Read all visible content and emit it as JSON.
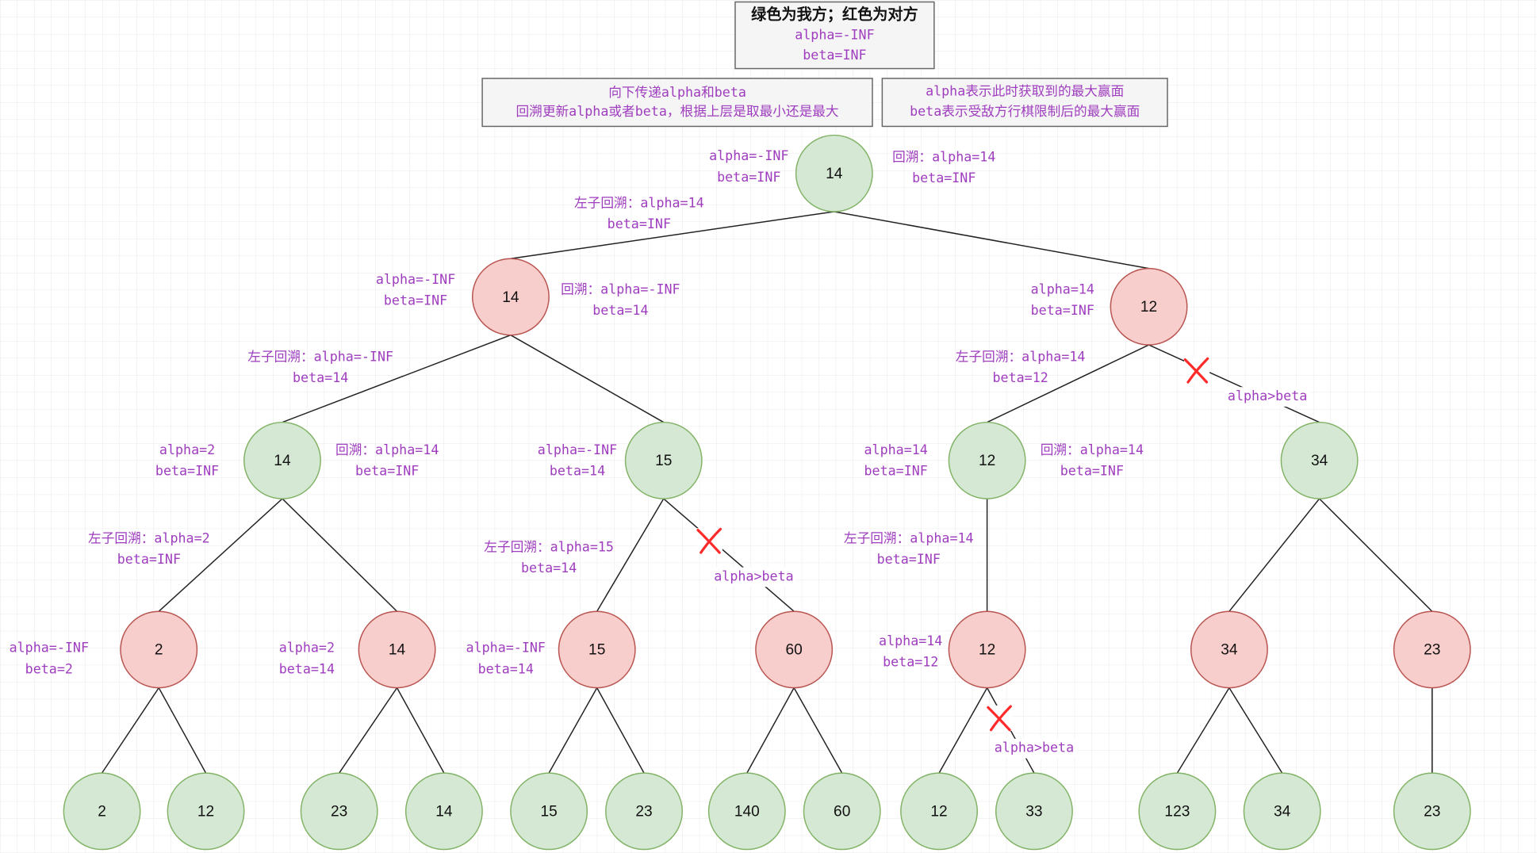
{
  "legend": {
    "title": "绿色为我方；红色为对方",
    "alpha": "alpha=-INF",
    "beta": "beta=INF"
  },
  "notes": [
    {
      "lines": [
        "向下传递alpha和beta",
        "回溯更新alpha或者beta，根据上层是取最小还是最大"
      ]
    },
    {
      "lines": [
        "alpha表示此时获取到的最大赢面",
        "beta表示受敌方行棋限制后的最大赢面"
      ]
    }
  ],
  "colors": {
    "ours_fill": "#d5e8d4",
    "ours_stroke": "#82b366",
    "opp_fill": "#f8cecc",
    "opp_stroke": "#b85450",
    "label": "#9f3dbf",
    "prune": "#ff2a2a"
  },
  "nodes": [
    {
      "id": "n0",
      "value": "14",
      "side": "ours"
    },
    {
      "id": "n1",
      "value": "14",
      "side": "opp"
    },
    {
      "id": "n2",
      "value": "12",
      "side": "opp"
    },
    {
      "id": "n3",
      "value": "14",
      "side": "ours"
    },
    {
      "id": "n4",
      "value": "15",
      "side": "ours"
    },
    {
      "id": "n5",
      "value": "12",
      "side": "ours"
    },
    {
      "id": "n6",
      "value": "34",
      "side": "ours"
    },
    {
      "id": "n7",
      "value": "2",
      "side": "opp"
    },
    {
      "id": "n8",
      "value": "14",
      "side": "opp"
    },
    {
      "id": "n9",
      "value": "15",
      "side": "opp"
    },
    {
      "id": "n10",
      "value": "60",
      "side": "opp"
    },
    {
      "id": "n11",
      "value": "12",
      "side": "opp"
    },
    {
      "id": "n12",
      "value": "34",
      "side": "opp"
    },
    {
      "id": "n13",
      "value": "23",
      "side": "opp"
    },
    {
      "id": "l0",
      "value": "2",
      "side": "ours"
    },
    {
      "id": "l1",
      "value": "12",
      "side": "ours"
    },
    {
      "id": "l2",
      "value": "23",
      "side": "ours"
    },
    {
      "id": "l3",
      "value": "14",
      "side": "ours"
    },
    {
      "id": "l4",
      "value": "15",
      "side": "ours"
    },
    {
      "id": "l5",
      "value": "23",
      "side": "ours"
    },
    {
      "id": "l6",
      "value": "140",
      "side": "ours"
    },
    {
      "id": "l7",
      "value": "60",
      "side": "ours"
    },
    {
      "id": "l8",
      "value": "12",
      "side": "ours"
    },
    {
      "id": "l9",
      "value": "33",
      "side": "ours"
    },
    {
      "id": "l10",
      "value": "123",
      "side": "ours"
    },
    {
      "id": "l11",
      "value": "34",
      "side": "ours"
    },
    {
      "id": "l12",
      "value": "23",
      "side": "ours"
    }
  ],
  "edges": [
    {
      "from": "n0",
      "to": "n1",
      "pruned": false
    },
    {
      "from": "n0",
      "to": "n2",
      "pruned": false
    },
    {
      "from": "n1",
      "to": "n3",
      "pruned": false
    },
    {
      "from": "n1",
      "to": "n4",
      "pruned": false
    },
    {
      "from": "n2",
      "to": "n5",
      "pruned": false
    },
    {
      "from": "n2",
      "to": "n6",
      "pruned": true,
      "note": "alpha>beta"
    },
    {
      "from": "n3",
      "to": "n7",
      "pruned": false
    },
    {
      "from": "n3",
      "to": "n8",
      "pruned": false
    },
    {
      "from": "n4",
      "to": "n9",
      "pruned": false
    },
    {
      "from": "n4",
      "to": "n10",
      "pruned": true,
      "note": "alpha>beta"
    },
    {
      "from": "n5",
      "to": "n11",
      "pruned": false
    },
    {
      "from": "n6",
      "to": "n12",
      "pruned": false
    },
    {
      "from": "n6",
      "to": "n13",
      "pruned": false
    },
    {
      "from": "n7",
      "to": "l0",
      "pruned": false
    },
    {
      "from": "n7",
      "to": "l1",
      "pruned": false
    },
    {
      "from": "n8",
      "to": "l2",
      "pruned": false
    },
    {
      "from": "n8",
      "to": "l3",
      "pruned": false
    },
    {
      "from": "n9",
      "to": "l4",
      "pruned": false
    },
    {
      "from": "n9",
      "to": "l5",
      "pruned": false
    },
    {
      "from": "n10",
      "to": "l6",
      "pruned": false
    },
    {
      "from": "n10",
      "to": "l7",
      "pruned": false
    },
    {
      "from": "n11",
      "to": "l8",
      "pruned": false
    },
    {
      "from": "n11",
      "to": "l9",
      "pruned": true,
      "note": "alpha>beta"
    },
    {
      "from": "n12",
      "to": "l10",
      "pruned": false
    },
    {
      "from": "n12",
      "to": "l11",
      "pruned": false
    },
    {
      "from": "n13",
      "to": "l12",
      "pruned": false
    }
  ],
  "annotations": [
    {
      "lines": [
        "alpha=-INF",
        "beta=INF"
      ]
    },
    {
      "lines": [
        "回溯：alpha=14",
        "beta=INF"
      ]
    },
    {
      "lines": [
        "左子回溯：alpha=14",
        "beta=INF"
      ]
    },
    {
      "lines": [
        "alpha=-INF",
        "beta=INF"
      ]
    },
    {
      "lines": [
        "回溯：alpha=-INF",
        "beta=14"
      ]
    },
    {
      "lines": [
        "alpha=14",
        "beta=INF"
      ]
    },
    {
      "lines": [
        "左子回溯：alpha=-INF",
        "beta=14"
      ]
    },
    {
      "lines": [
        "左子回溯：alpha=14",
        "beta=12"
      ]
    },
    {
      "lines": [
        "alpha=2",
        "beta=INF"
      ]
    },
    {
      "lines": [
        "回溯：alpha=14",
        "beta=INF"
      ]
    },
    {
      "lines": [
        "alpha=-INF",
        "beta=14"
      ]
    },
    {
      "lines": [
        "alpha=14",
        "beta=INF"
      ]
    },
    {
      "lines": [
        "回溯：alpha=14",
        "beta=INF"
      ]
    },
    {
      "lines": [
        "左子回溯：alpha=2",
        "beta=INF"
      ]
    },
    {
      "lines": [
        "左子回溯：alpha=15",
        "beta=14"
      ]
    },
    {
      "lines": [
        "左子回溯：alpha=14",
        "beta=INF"
      ]
    },
    {
      "lines": [
        "alpha=-INF",
        "beta=2"
      ]
    },
    {
      "lines": [
        "alpha=2",
        "beta=14"
      ]
    },
    {
      "lines": [
        "alpha=-INF",
        "beta=14"
      ]
    },
    {
      "lines": [
        "alpha=14",
        "beta=12"
      ]
    }
  ]
}
